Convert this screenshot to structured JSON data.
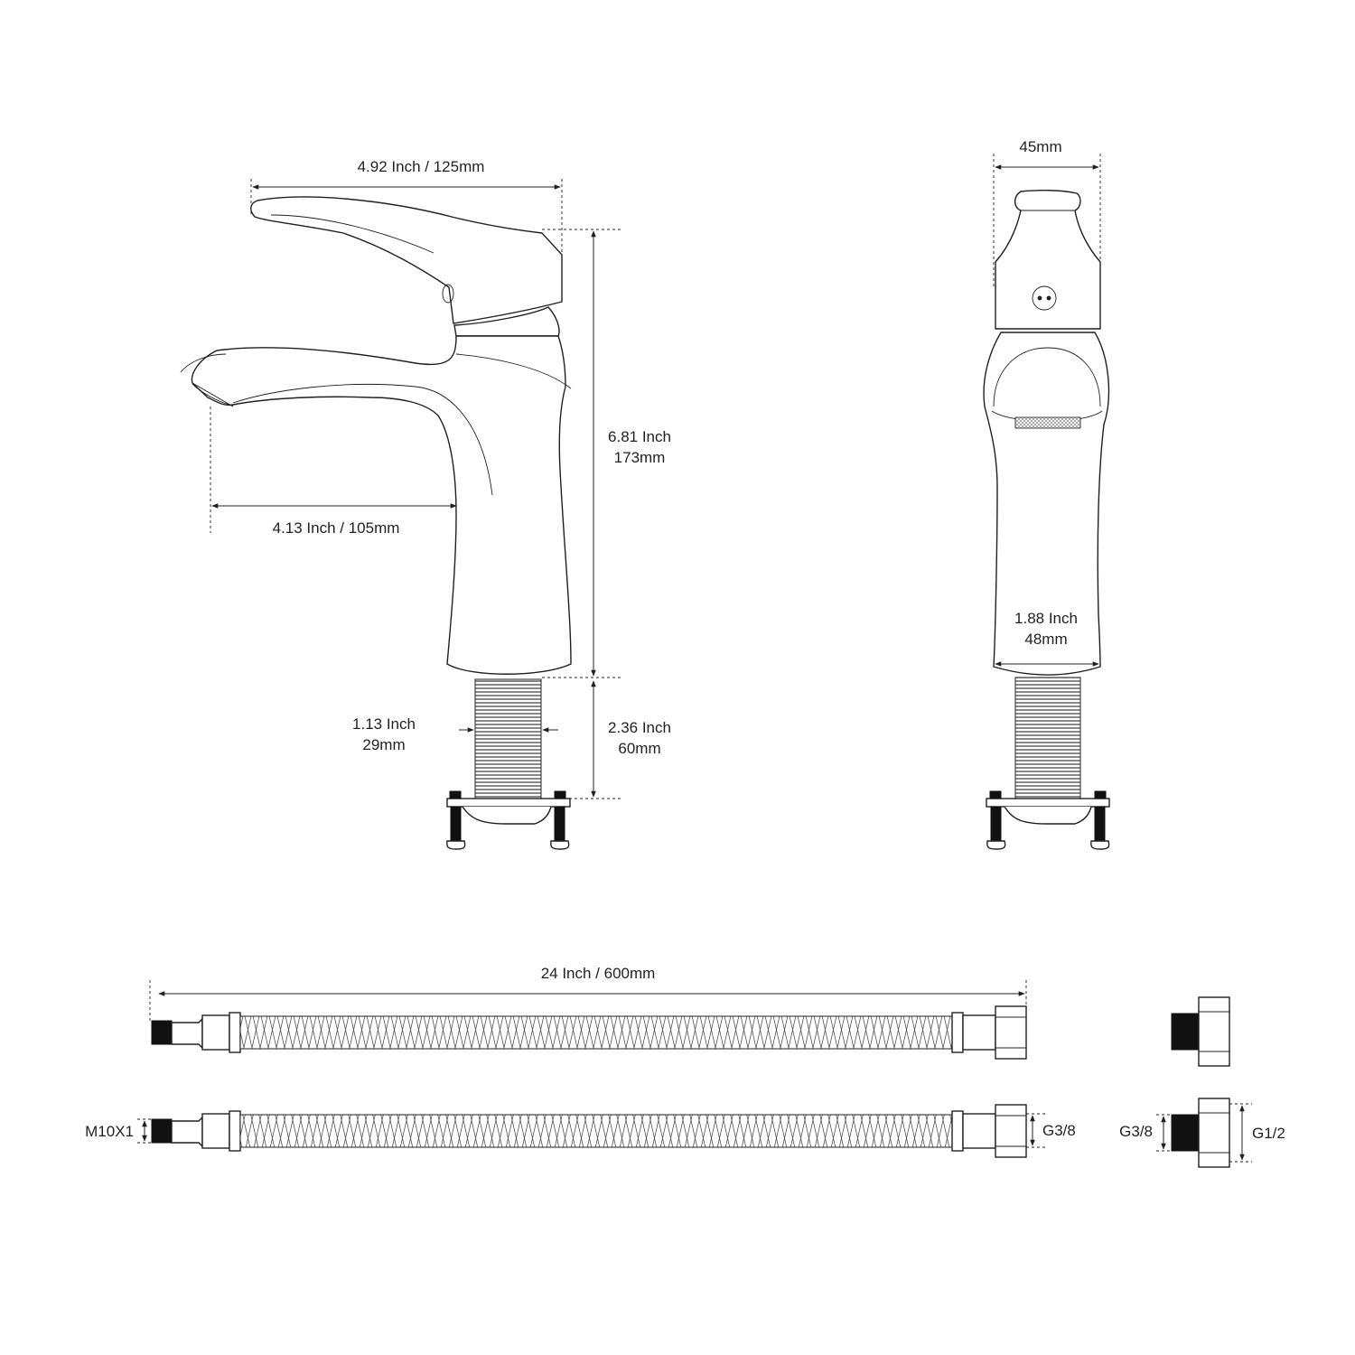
{
  "side_view": {
    "handle_length": "4.92 Inch / 125mm",
    "height_inch": "6.81 Inch",
    "height_mm": "173mm",
    "spout_reach": "4.13 Inch / 105mm",
    "shank_dia_inch": "1.13 Inch",
    "shank_dia_mm": "29mm",
    "shank_len_inch": "2.36 Inch",
    "shank_len_mm": "60mm"
  },
  "front_view": {
    "top_width": "45mm",
    "base_inch": "1.88 Inch",
    "base_mm": "48mm"
  },
  "hose": {
    "length": "24 Inch / 600mm",
    "thread_male": "M10X1",
    "thread_female": "G3/8"
  },
  "adapter": {
    "thread_in": "G3/8",
    "thread_out": "G1/2"
  }
}
